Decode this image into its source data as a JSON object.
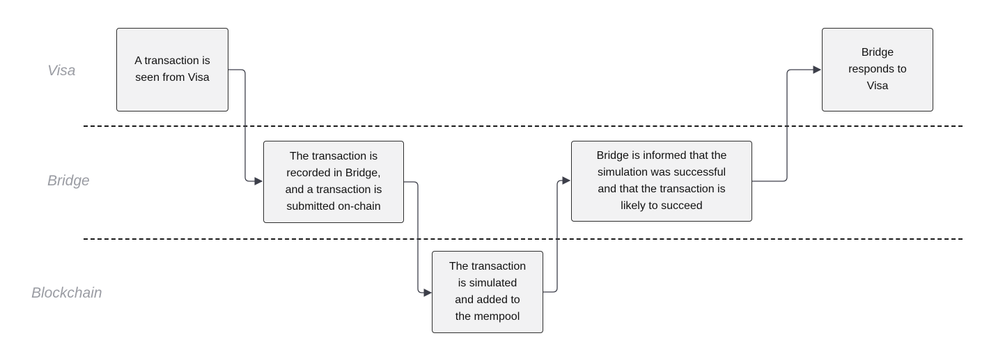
{
  "lanes": {
    "visa": "Visa",
    "bridge": "Bridge",
    "blockchain": "Blockchain"
  },
  "steps": {
    "visa_seen": "A transaction is\nseen from Visa",
    "recorded": "The transaction is\nrecorded in Bridge,\nand a transaction is\nsubmitted on-chain",
    "simulated": "The transaction\nis simulated\nand added to\nthe mempool",
    "informed": "Bridge is informed that the\nsimulation was successful\nand that the transaction is\nlikely to succeed",
    "responds": "Bridge\nresponds to\nVisa"
  }
}
